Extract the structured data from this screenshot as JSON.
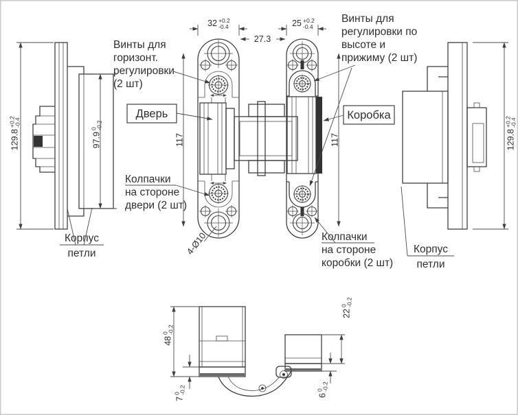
{
  "drawing_type": "concealed-door-hinge-technical-drawing",
  "colors": {
    "line": "#3f3f3f",
    "text": "#2f2f2f",
    "background": "#ffffff",
    "border": "#c9c9c9"
  },
  "callouts": {
    "screws_horizontal": [
      "Винты для",
      "горизонт.",
      "регулировки",
      "(2 шт)"
    ],
    "screws_height": [
      "Винты для",
      "регулировки по",
      "высоте и",
      "прижиму (2 шт)"
    ],
    "caps_door": [
      "Колпачки",
      "на стороне",
      "двери (2 шт)"
    ],
    "caps_frame": [
      "Колпачки",
      "на стороне",
      "коробки (2 шт)"
    ],
    "door": "Дверь",
    "frame": "Коробка",
    "hinge_body_left": [
      "Корпус",
      "петли"
    ],
    "hinge_body_right": [
      "Корпус",
      "петли"
    ],
    "holes_note": "4-Ø10"
  },
  "dimensions": {
    "door_plate_width": {
      "value": "32",
      "tol_up": "+0.2",
      "tol_dn": "-0.4"
    },
    "plates_gap": {
      "value": "27.3"
    },
    "frame_plate_width": {
      "value": "25",
      "tol_up": "+0.2",
      "tol_dn": "-0.4"
    },
    "door_plate_holes": {
      "value": "117"
    },
    "frame_plate_holes": {
      "value": "117"
    },
    "door_plate_length": {
      "value": "129.8",
      "tol_up": "+0.2",
      "tol_dn": "-0.4"
    },
    "frame_plate_length": {
      "value": "129.8",
      "tol_up": "+0.2",
      "tol_dn": "-0.4"
    },
    "body_length": {
      "value": "97.9",
      "tol_up": "0",
      "tol_dn": "-0.2"
    },
    "body_depth": {
      "value": "48",
      "tol_up": "0",
      "tol_dn": "-0.2"
    },
    "door_plate_thick": {
      "value": "7",
      "tol_up": "0",
      "tol_dn": "-0.2"
    },
    "frame_body_depth": {
      "value": "22",
      "tol_up": "0",
      "tol_dn": "-0.2"
    },
    "frame_plate_thick": {
      "value": "6",
      "tol_up": "0",
      "tol_dn": "-0.2"
    }
  }
}
